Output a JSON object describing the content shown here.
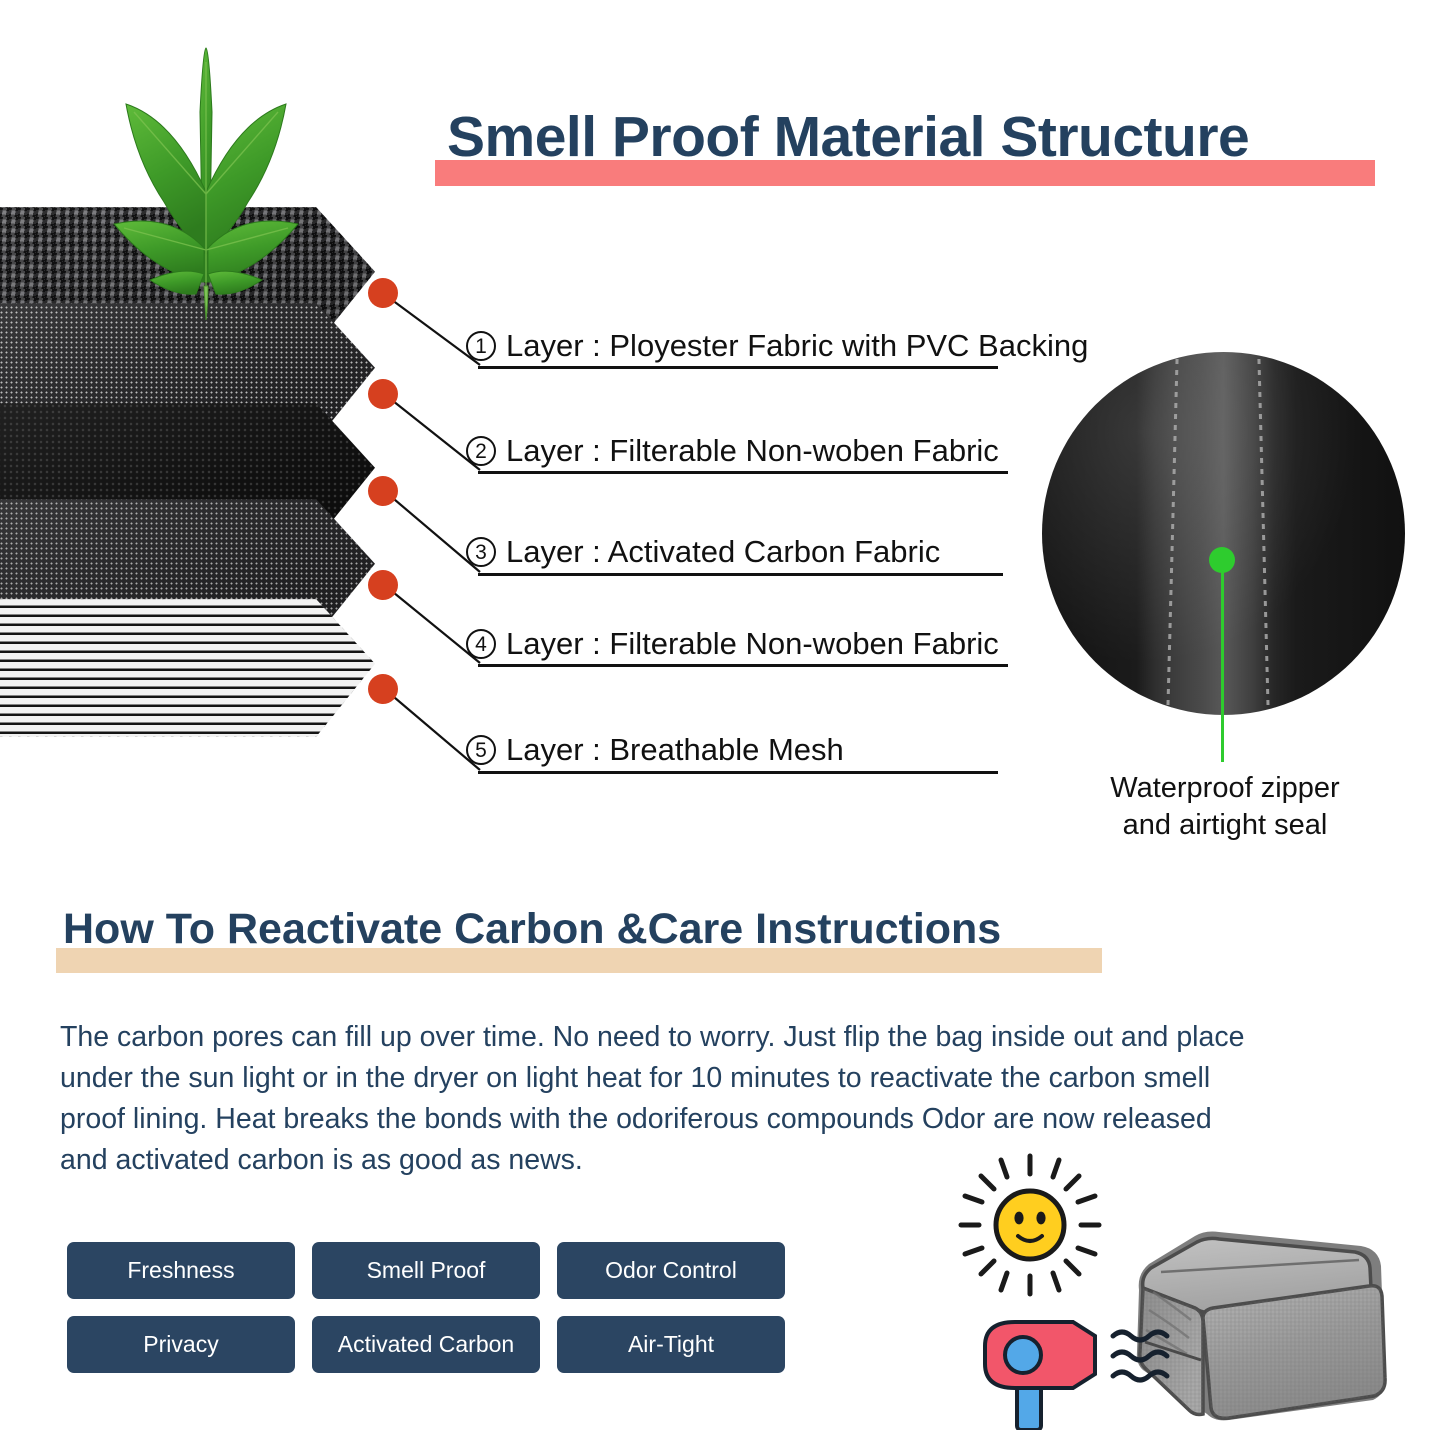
{
  "section1": {
    "title": "Smell Proof Material Structure",
    "highlight_color": "#F97C7C",
    "title_color": "#24415F",
    "dot_color": "#D6401F",
    "layers": [
      {
        "num": "1",
        "label": "Layer : Ployester Fabric with PVC Backing"
      },
      {
        "num": "2",
        "label": "Layer : Filterable Non-woben Fabric"
      },
      {
        "num": "3",
        "label": "Layer : Activated Carbon Fabric"
      },
      {
        "num": "4",
        "label": "Layer : Filterable Non-woben Fabric"
      },
      {
        "num": "5",
        "label": "Layer : Breathable Mesh"
      }
    ],
    "leaf_icon": "cannabis-leaf-icon",
    "zipper": {
      "marker_color": "#2ECC2E",
      "caption_line1": "Waterproof zipper",
      "caption_line2": "and airtight seal"
    }
  },
  "section2": {
    "title": "How To Reactivate Carbon &Care Instructions",
    "highlight_color": "#EFD4B2",
    "body": "The carbon pores can fill up over time. No need to worry. Just flip the bag inside out and place under the sun light or in the dryer on light heat for 10 minutes to reactivate the carbon smell proof lining. Heat breaks the bonds with the odoriferous compounds Odor are now released and activated carbon is as good as news.",
    "tags": [
      "Freshness",
      "Smell Proof",
      "Odor Control",
      "Privacy",
      "Activated Carbon",
      "Air-Tight"
    ],
    "tag_color": "#2B4562",
    "art": {
      "sun_icon": "sun-smiling-icon",
      "dryer_icon": "hair-dryer-icon",
      "heat_waves_icon": "heat-waves-icon",
      "bag_icon": "fabric-pouch-bag-icon"
    }
  }
}
